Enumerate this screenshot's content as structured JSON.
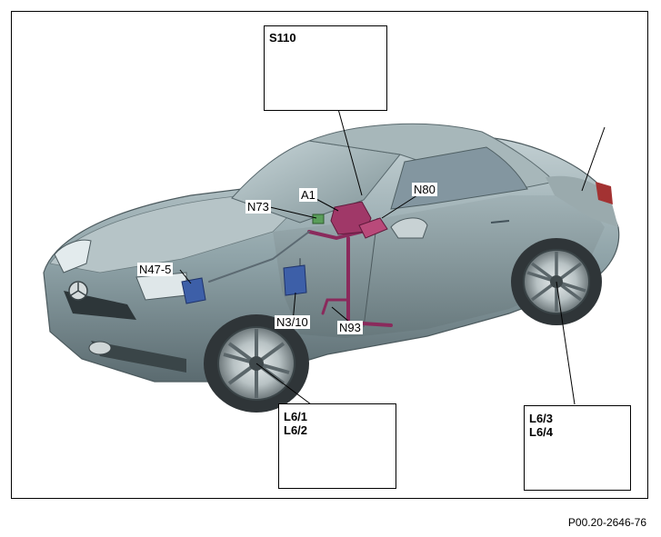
{
  "diagram": {
    "component_labels": {
      "n47_5": "N47-5",
      "n73": "N73",
      "a1": "A1",
      "n80": "N80",
      "n3_10": "N3/10",
      "n93": "N93"
    },
    "insets": {
      "steering_wheel": {
        "code": "S110"
      },
      "front_sensor": {
        "code_line1": "L6/1",
        "code_line2": "L6/2"
      },
      "rear_sensor": {
        "code_line1": "L6/3",
        "code_line2": "L6/4"
      }
    },
    "colors": {
      "car_body": "#8fa3a8",
      "harness": "#8a2a5c",
      "module_blue": "#3d5fa8"
    }
  },
  "footer": {
    "code": "P00.20-2646-76"
  }
}
